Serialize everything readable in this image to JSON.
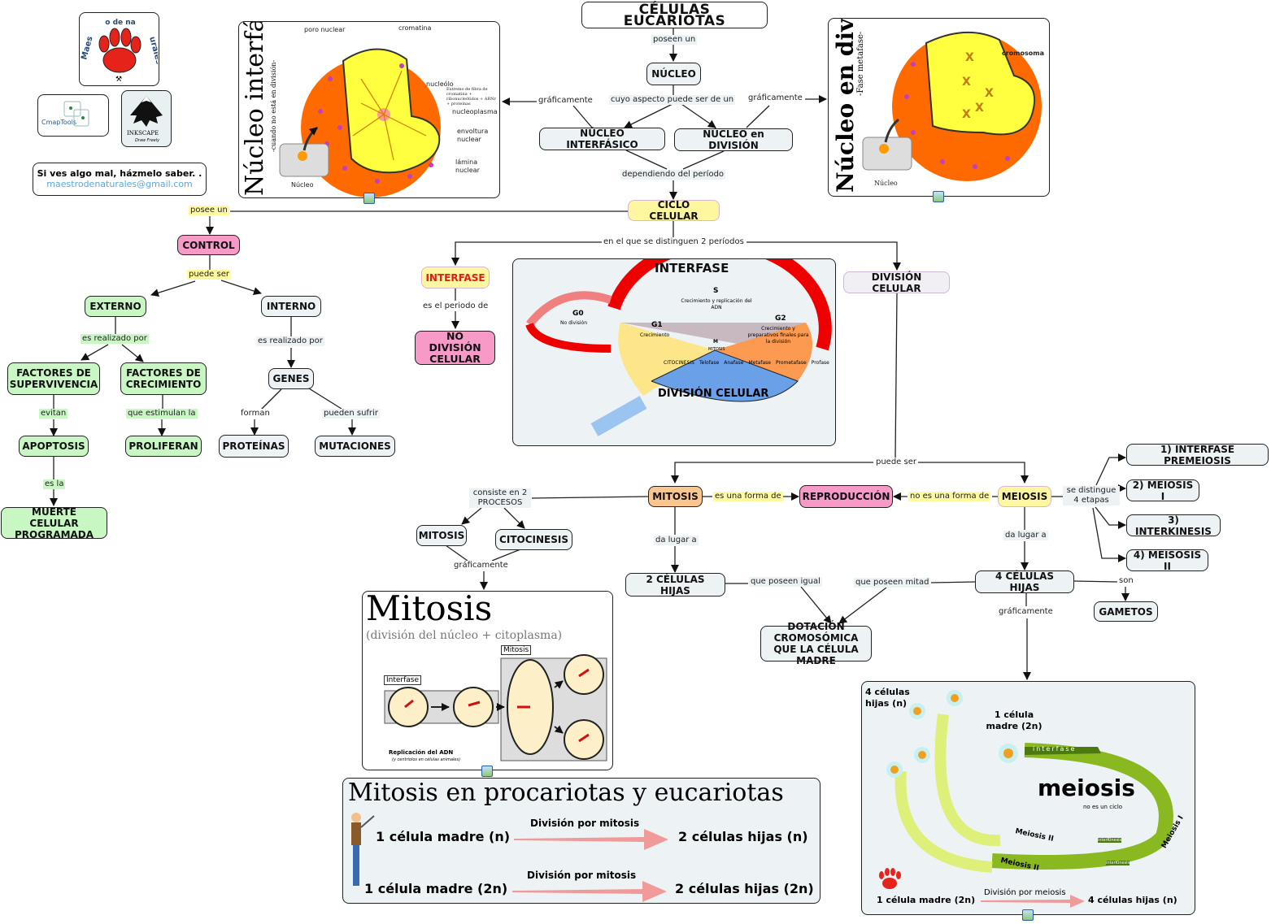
{
  "sidebar": {
    "logo_text": "Maestro de naturales",
    "cmaptools_label": "CmapTools",
    "inkscape_label": "INKSCAPE",
    "inkscape_tagline": "Draw Freely",
    "feedback_line": "Si ves algo mal, házmelo saber. .",
    "feedback_email": "maestrodenaturales@gmail.com"
  },
  "nodes": {
    "celulas_eucariotas": "CÉLULAS  EUCARIOTAS",
    "nucleo": "NÚCLEO",
    "nucleo_interfasico": "NÚCLEO INTERFÁSICO",
    "nucleo_division": "NÚCLEO en DIVISIÓN",
    "ciclo_celular": "CICLO CELULAR",
    "control": "CONTROL",
    "externo": "EXTERNO",
    "interno": "INTERNO",
    "factores_supervivencia": "FACTORES DE SUPERVIVENCIA",
    "factores_crecimiento": "FACTORES DE CRECIMIENTO",
    "genes": "GENES",
    "apoptosis": "APOPTOSIS",
    "proliferan": "PROLIFERAN",
    "proteinas": "PROTEÍNAS",
    "mutaciones": "MUTACIONES",
    "muerte_celular": "MUERTE CELULAR PROGRAMADA",
    "interfase": "INTERFASE",
    "no_division": "NO DIVISIÓN CELULAR",
    "division_celular": "DIVISIÓN CELULAR",
    "mitosis": "MITOSIS",
    "reproduccion": "REPRODUCCIÓN",
    "meiosis": "MEIOSIS",
    "mitosis_sub": "MITOSIS",
    "citocinesis": "CITOCINESIS",
    "dos_hijas": "2 CÉLULAS HIJAS",
    "cuatro_hijas": "4 CÉLULAS HIJAS",
    "dotacion": "DOTACIÓN CROMOSÓMICA QUE LA CÉLULA MADRE",
    "gametos": "GAMETOS",
    "etapa1": "1) INTERFASE PREMEIOSIS",
    "etapa2": "2) MEIOSIS I",
    "etapa3": "3) INTERKINESIS",
    "etapa4": "4) MEISOSIS II"
  },
  "links": {
    "poseen_un": "poseen un",
    "cuyo_aspecto": "cuyo aspecto puede ser de un",
    "graficamente_left": "gráficamente",
    "graficamente_right": "gráficamente",
    "dependiendo": "dependiendo del período",
    "posee_un": "posee un",
    "puede_ser_control": "puede ser",
    "es_realizado_ext": "es realizado por",
    "es_realizado_int": "es realizado por",
    "evitan": "evitan",
    "que_estimulan": "que estimulan la",
    "forman": "forman",
    "pueden_sufrir": "pueden sufrir",
    "es_la": "es la",
    "en_el_que": "en el que se distinguen 2 períodos",
    "es_el_periodo": "es el periodo de",
    "puede_ser_div": "puede ser",
    "es_una_forma": "es una forma de",
    "no_es_una_forma": "no es una forma de",
    "consiste_en": "consiste en 2 PROCESOS",
    "graficamente_mit": "gráficamente",
    "da_lugar_mit": "da lugar a",
    "da_lugar_mei": "da lugar a",
    "se_distingue": "se distingue 4 etapas",
    "que_poseen_igual": "que poseen igual",
    "que_poseen_mitad": "que poseen mitad",
    "son": "son",
    "graficamente_mei": "gráficamente"
  },
  "img_interfasico": {
    "title": "Núcleo interfásico",
    "subtitle": "-cuando no está en división-",
    "labels": [
      "poro nuclear",
      "cromatina",
      "nucleólo",
      "nucleoplasma",
      "envoltura nuclear",
      "lámina nuclear"
    ],
    "nucleolo_note": "Extremo de fibra de cromatina + ribonucleótidos + ARNr + proteínas",
    "cell_caption": "Núcleo"
  },
  "img_division": {
    "title": "Núcleo en división",
    "subtitle": "-Fase metafase-",
    "label": "cromosoma",
    "cell_caption": "Núcleo"
  },
  "img_ciclo": {
    "arc_top": "INTERFASE",
    "arc_bottom": "DIVISIÓN CELULAR",
    "s_title": "S",
    "s_desc": "Crecimiento y replicación del ADN",
    "g1_title": "G1",
    "g1_desc": "Crecimiento",
    "g2_title": "G2",
    "g2_desc": "Crecimiento y preparativos finales para la división",
    "g0_title": "G0",
    "g0_desc": "No división",
    "m": "M",
    "mitosis": "MITOSIS",
    "phases": [
      "CITOCINESIS",
      "Telofase",
      "Anafase",
      "Metafase",
      "Prometafase",
      "Profase"
    ]
  },
  "img_mitosis": {
    "title": "Mitosis",
    "subtitle": "(división del núcleo + citoplasma)",
    "box_mitosis": "Mitosis",
    "box_interfase": "Interfase",
    "replicacion": "Replicación del ADN",
    "replicacion_note": "(y centriolos en células animales)"
  },
  "img_procariotas": {
    "title": "Mitosis en procariotas y eucariotas",
    "rows": [
      {
        "from": "1 célula madre (n)",
        "arrow": "División por mitosis",
        "to": "2 células hijas (n)"
      },
      {
        "from": "1 célula madre (2n)",
        "arrow": "División por mitosis",
        "to": "2 células hijas (2n)"
      }
    ]
  },
  "img_meiosis": {
    "title": "meiosis",
    "subtitle": "no es un ciclo",
    "hijas": "4 células hijas (n)",
    "madre": "1 célula madre (2n)",
    "interfase": "interfase",
    "meiosis_i": "Meiosis I",
    "meiosis_ii": "Meiosis II",
    "interkinesis": "interKinesis",
    "bottom_from": "1 célula madre (2n)",
    "bottom_arrow": "División por meiosis",
    "bottom_to": "4 células hijas (n)"
  },
  "colors": {
    "node_default": "#edf2f5",
    "node_green": "#c9f7c4",
    "node_pink": "#f79ac8",
    "node_yellow": "#fff6a0",
    "node_orange": "#fbc58e",
    "link_yellow": "#fff9a0",
    "email": "#5aa8e0"
  }
}
